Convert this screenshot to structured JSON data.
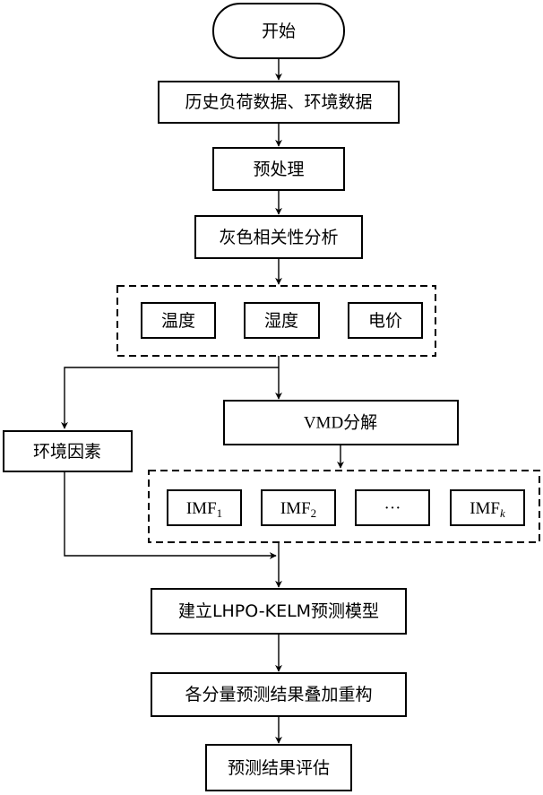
{
  "start": "开始",
  "steps": {
    "data": "历史负荷数据、环境数据",
    "preprocess": "预处理",
    "grey": "灰色相关性分析",
    "vmd": "VMD分解",
    "env": "环境因素",
    "model": "建立LHPO-KELM预测模型",
    "reconstruct": "各分量预测结果叠加重构",
    "evaluate": "预测结果评估"
  },
  "factors": [
    "温度",
    "湿度",
    "电价"
  ],
  "imfs": [
    {
      "base": "IMF",
      "sub": "1"
    },
    {
      "base": "IMF",
      "sub": "2"
    },
    {
      "base": "···",
      "sub": ""
    },
    {
      "base": "IMF",
      "sub": "k"
    }
  ]
}
